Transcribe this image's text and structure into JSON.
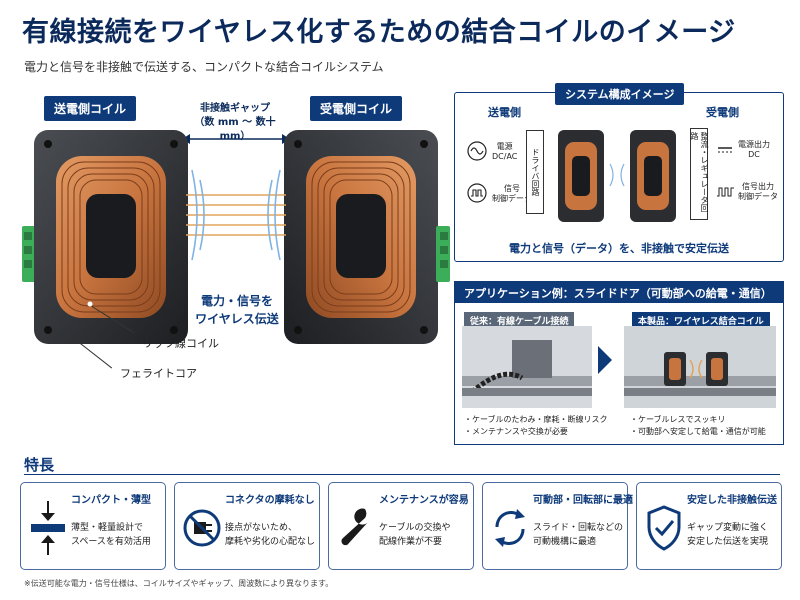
{
  "header": {
    "title": "有線接続をワイヤレス化するための結合コイルのイメージ",
    "subtitle": "電力と信号を非接触で伝送する、コンパクトな結合コイルシステム"
  },
  "hero": {
    "tx_label": "送電側コイル",
    "rx_label": "受電側コイル",
    "gap_label_1": "非接触ギャップ",
    "gap_label_2": "（数 mm ～ 数十 mm）",
    "wireless_label_1": "電力・信号を",
    "wireless_label_2": "ワイヤレス伝送",
    "callout_litz": "リッツ線コイル",
    "callout_ferrite": "フェライトコア"
  },
  "system": {
    "heading": "システム構成イメージ",
    "tx_title": "送電側",
    "rx_title": "受電側",
    "power_in_1": "電源",
    "power_in_2": "DC/AC",
    "signal_in_1": "信号",
    "signal_in_2": "制御データ",
    "driver_box": "ドライバ回路",
    "regulator_box": "整流・レギュレータ回路",
    "power_out_1": "電源出力",
    "power_out_2": "DC",
    "signal_out_1": "信号出力",
    "signal_out_2": "制御データ",
    "bottom_text": "電力と信号（データ）を、非接触で安定伝送"
  },
  "application": {
    "heading": "アプリケーション例：スライドドア（可動部への給電・通信）",
    "before_label": "従来：有線ケーブル接続",
    "after_label": "本製品：ワイヤレス結合コイル",
    "before_points": [
      "・ケーブルのたわみ・摩耗・断線リスク",
      "・メンテナンスや交換が必要"
    ],
    "after_points": [
      "・ケーブルレスでスッキリ",
      "・可動部へ安定して給電・通信が可能"
    ]
  },
  "features": {
    "heading": "特長",
    "cards": [
      {
        "title": "コンパクト・薄型",
        "line1": "薄型・軽量設計で",
        "line2": "スペースを有効活用",
        "icon": "compact-icon"
      },
      {
        "title": "コネクタの摩耗なし",
        "line1": "接点がないため、",
        "line2": "摩耗や劣化の心配なし",
        "icon": "no-connector-icon"
      },
      {
        "title": "メンテナンスが容易",
        "line1": "ケーブルの交換や",
        "line2": "配線作業が不要",
        "icon": "wrench-icon"
      },
      {
        "title": "可動部・回転部に最適",
        "line1": "スライド・回転などの",
        "line2": "可動機構に最適",
        "icon": "rotate-icon"
      },
      {
        "title": "安定した非接触伝送",
        "line1": "ギャップ変動に強く",
        "line2": "安定した伝送を実現",
        "icon": "shield-check-icon"
      }
    ],
    "footnote": "※伝送可能な電力・信号仕様は、コイルサイズやギャップ、周波数により異なります。"
  },
  "colors": {
    "navy": "#0e3a7a",
    "copper": "#c8743f",
    "housing": "#2b2d30",
    "terminal": "#3cae5a"
  }
}
